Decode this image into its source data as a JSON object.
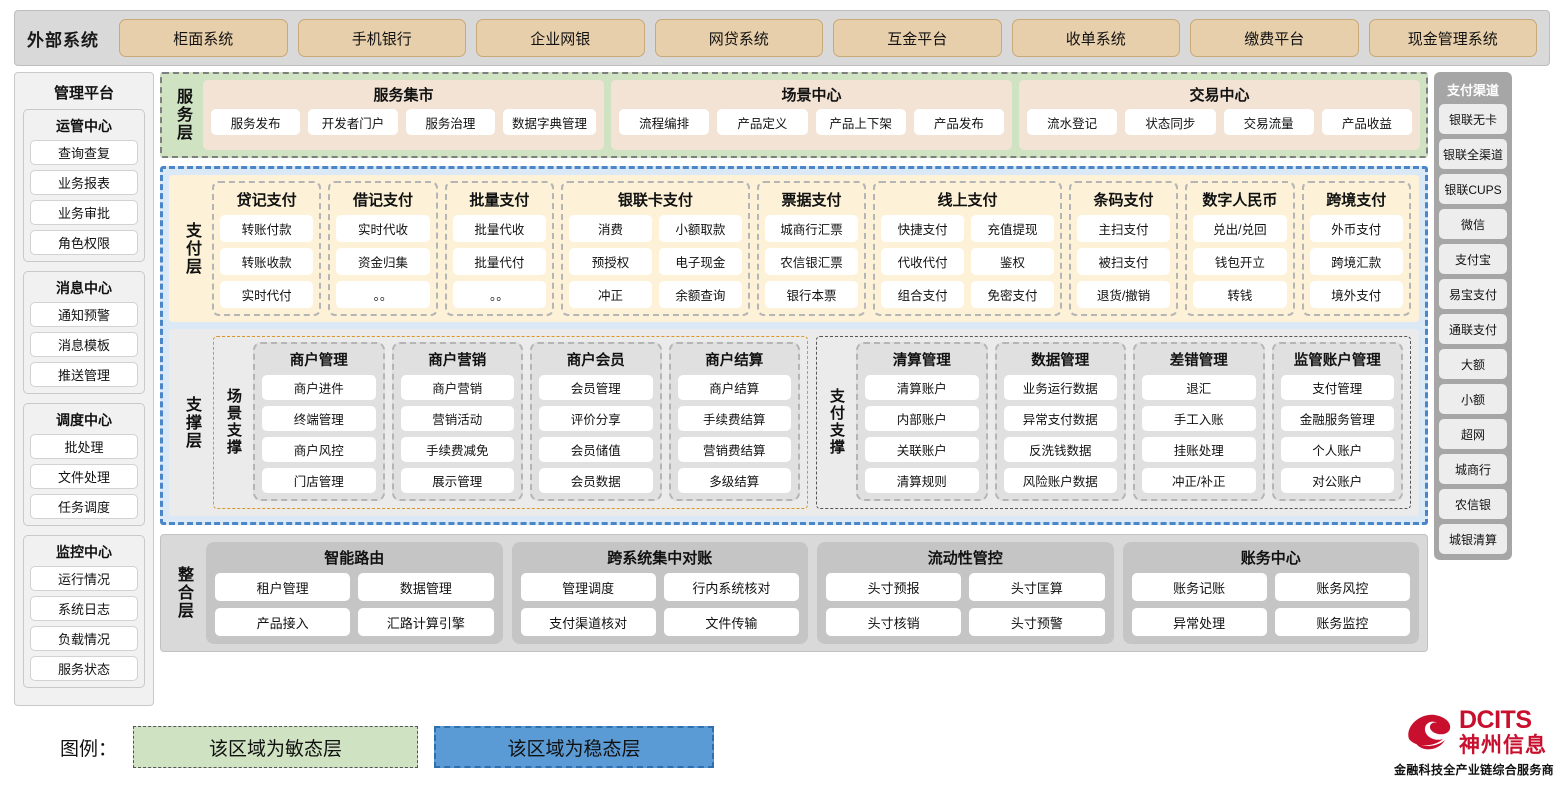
{
  "external": {
    "title": "外部系统",
    "items": [
      "柜面系统",
      "手机银行",
      "企业网银",
      "网贷系统",
      "互金平台",
      "收单系统",
      "缴费平台",
      "现金管理系统"
    ]
  },
  "management": {
    "title": "管理平台",
    "modules": [
      {
        "title": "运管中心",
        "items": [
          "查询查复",
          "业务报表",
          "业务审批",
          "角色权限"
        ]
      },
      {
        "title": "消息中心",
        "items": [
          "通知预警",
          "消息模板",
          "推送管理"
        ]
      },
      {
        "title": "调度中心",
        "items": [
          "批处理",
          "文件处理",
          "任务调度"
        ]
      },
      {
        "title": "监控中心",
        "items": [
          "运行情况",
          "系统日志",
          "负载情况",
          "服务状态"
        ]
      }
    ]
  },
  "channels": {
    "title": "支付渠道",
    "items": [
      "银联无卡",
      "银联全渠道",
      "银联CUPS",
      "微信",
      "支付宝",
      "易宝支付",
      "通联支付",
      "大额",
      "小额",
      "超网",
      "城商行",
      "农信银",
      "城银清算"
    ]
  },
  "service_layer": {
    "label": "服务层",
    "groups": [
      {
        "title": "服务集市",
        "items": [
          "服务发布",
          "开发者门户",
          "服务治理",
          "数据字典管理"
        ]
      },
      {
        "title": "场景中心",
        "items": [
          "流程编排",
          "产品定义",
          "产品上下架",
          "产品发布"
        ]
      },
      {
        "title": "交易中心",
        "items": [
          "流水登记",
          "状态同步",
          "交易流量",
          "产品收益"
        ]
      }
    ]
  },
  "payment_layer": {
    "label": "支付层",
    "columns": [
      {
        "title": "贷记支付",
        "cols": 1,
        "items": [
          "转账付款",
          "转账收款",
          "实时代付"
        ]
      },
      {
        "title": "借记支付",
        "cols": 1,
        "items": [
          "实时代收",
          "资金归集",
          "。。"
        ]
      },
      {
        "title": "批量支付",
        "cols": 1,
        "items": [
          "批量代收",
          "批量代付",
          "。。"
        ]
      },
      {
        "title": "银联卡支付",
        "cols": 2,
        "items": [
          "消费",
          "小额取款",
          "预授权",
          "电子现金",
          "冲正",
          "余额查询"
        ]
      },
      {
        "title": "票据支付",
        "cols": 1,
        "items": [
          "城商行汇票",
          "农信银汇票",
          "银行本票"
        ]
      },
      {
        "title": "线上支付",
        "cols": 2,
        "items": [
          "快捷支付",
          "充值提现",
          "代收代付",
          "鉴权",
          "组合支付",
          "免密支付"
        ]
      },
      {
        "title": "条码支付",
        "cols": 1,
        "items": [
          "主扫支付",
          "被扫支付",
          "退货/撤销"
        ]
      },
      {
        "title": "数字人民币",
        "cols": 1,
        "items": [
          "兑出/兑回",
          "钱包开立",
          "转钱"
        ]
      },
      {
        "title": "跨境支付",
        "cols": 1,
        "items": [
          "外币支付",
          "跨境汇款",
          "境外支付"
        ]
      }
    ]
  },
  "support_layer": {
    "label": "支撑层",
    "scene": {
      "label": "场景支撑",
      "columns": [
        {
          "title": "商户管理",
          "items": [
            "商户进件",
            "终端管理",
            "商户风控",
            "门店管理"
          ]
        },
        {
          "title": "商户营销",
          "items": [
            "商户营销",
            "营销活动",
            "手续费减免",
            "展示管理"
          ]
        },
        {
          "title": "商户会员",
          "items": [
            "会员管理",
            "评价分享",
            "会员储值",
            "会员数据"
          ]
        },
        {
          "title": "商户结算",
          "items": [
            "商户结算",
            "手续费结算",
            "营销费结算",
            "多级结算"
          ]
        }
      ]
    },
    "pay": {
      "label": "支付支撑",
      "columns": [
        {
          "title": "清算管理",
          "items": [
            "清算账户",
            "内部账户",
            "关联账户",
            "清算规则"
          ]
        },
        {
          "title": "数据管理",
          "items": [
            "业务运行数据",
            "异常支付数据",
            "反洗钱数据",
            "风险账户数据"
          ]
        },
        {
          "title": "差错管理",
          "items": [
            "退汇",
            "手工入账",
            "挂账处理",
            "冲正/补正"
          ]
        },
        {
          "title": "监管账户管理",
          "items": [
            "支付管理",
            "金融服务管理",
            "个人账户",
            "对公账户"
          ]
        }
      ]
    }
  },
  "integration_layer": {
    "label": "整合层",
    "columns": [
      {
        "title": "智能路由",
        "items": [
          "租户管理",
          "数据管理",
          "产品接入",
          "汇路计算引擎"
        ]
      },
      {
        "title": "跨系统集中对账",
        "items": [
          "管理调度",
          "行内系统核对",
          "支付渠道核对",
          "文件传输"
        ]
      },
      {
        "title": "流动性管控",
        "items": [
          "头寸预报",
          "头寸匡算",
          "头寸核销",
          "头寸预警"
        ]
      },
      {
        "title": "账务中心",
        "items": [
          "账务记账",
          "账务风控",
          "异常处理",
          "账务监控"
        ]
      }
    ]
  },
  "legend": {
    "label": "图例：",
    "agile": "该区域为敏态层",
    "stable": "该区域为稳态层"
  },
  "logo": {
    "brand": "DCITS",
    "brand_cn": "神州信息",
    "tagline": "金融科技全产业链综合服务商"
  },
  "colors": {
    "agile_green": "#cfe2c2",
    "stable_blue": "#5b9bd5",
    "payment_band": "#fdf2d7",
    "external_chip": "#e8cfab",
    "brand_red": "#c8102e"
  }
}
